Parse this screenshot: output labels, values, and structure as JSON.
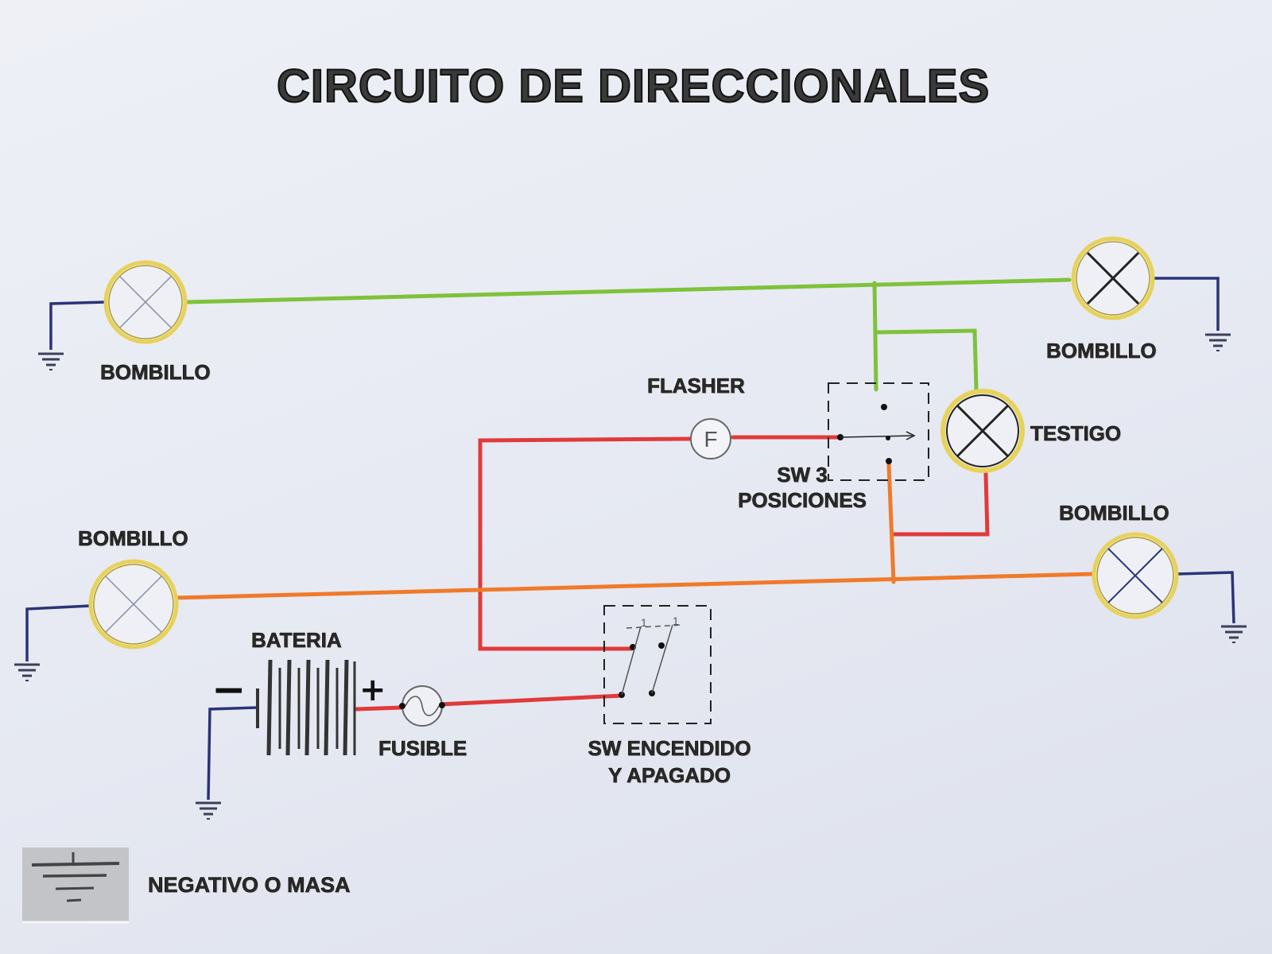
{
  "title": "CIRCUITO DE DIRECCIONALES",
  "labels": {
    "bulb_top_left": "BOMBILLO",
    "bulb_top_right": "BOMBILLO",
    "bulb_bottom_left": "BOMBILLO",
    "bulb_bottom_right": "BOMBILLO",
    "flasher": "FLASHER",
    "flasher_symbol": "F",
    "switch_3pos_line1": "SW 3",
    "switch_3pos_line2": "POSICIONES",
    "indicator": "TESTIGO",
    "battery": "BATERIA",
    "fuse": "FUSIBLE",
    "switch_onoff_line1": "SW ENCENDIDO",
    "switch_onoff_line2": "Y APAGADO",
    "battery_negative": "−",
    "battery_positive": "+",
    "legend_ground": "NEGATIVO O MASA"
  },
  "colors": {
    "green_wire": "#7ec23a",
    "red_wire": "#e03a3a",
    "orange_wire": "#f07a2a",
    "ground_wire": "#2a3478",
    "bulb_ring": "#e7d25a"
  }
}
